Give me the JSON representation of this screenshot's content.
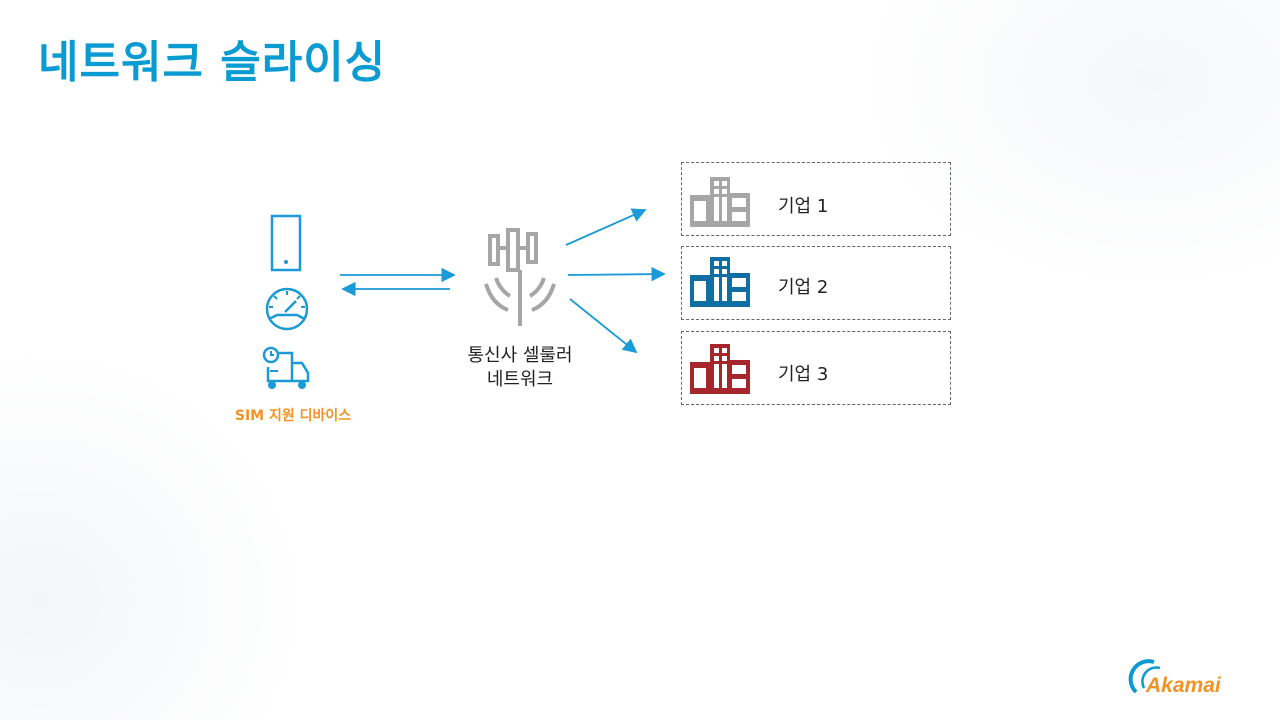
{
  "slide": {
    "title": "네트워크 슬라이싱",
    "devices_label": "SIM 지원 디바이스",
    "network_label_line1": "통신사 셀룰러",
    "network_label_line2": "네트워크",
    "enterprises": [
      {
        "label": "기업 1",
        "color": "#a6a6a6"
      },
      {
        "label": "기업 2",
        "color": "#0f6fa3"
      },
      {
        "label": "기업 3",
        "color": "#a5262b"
      }
    ],
    "logo_text": "Akamai",
    "colors": {
      "accent": "#0a9bd2",
      "arrow": "#1a9ad6",
      "orange": "#f39325",
      "tower": "#a6a6a6"
    }
  }
}
